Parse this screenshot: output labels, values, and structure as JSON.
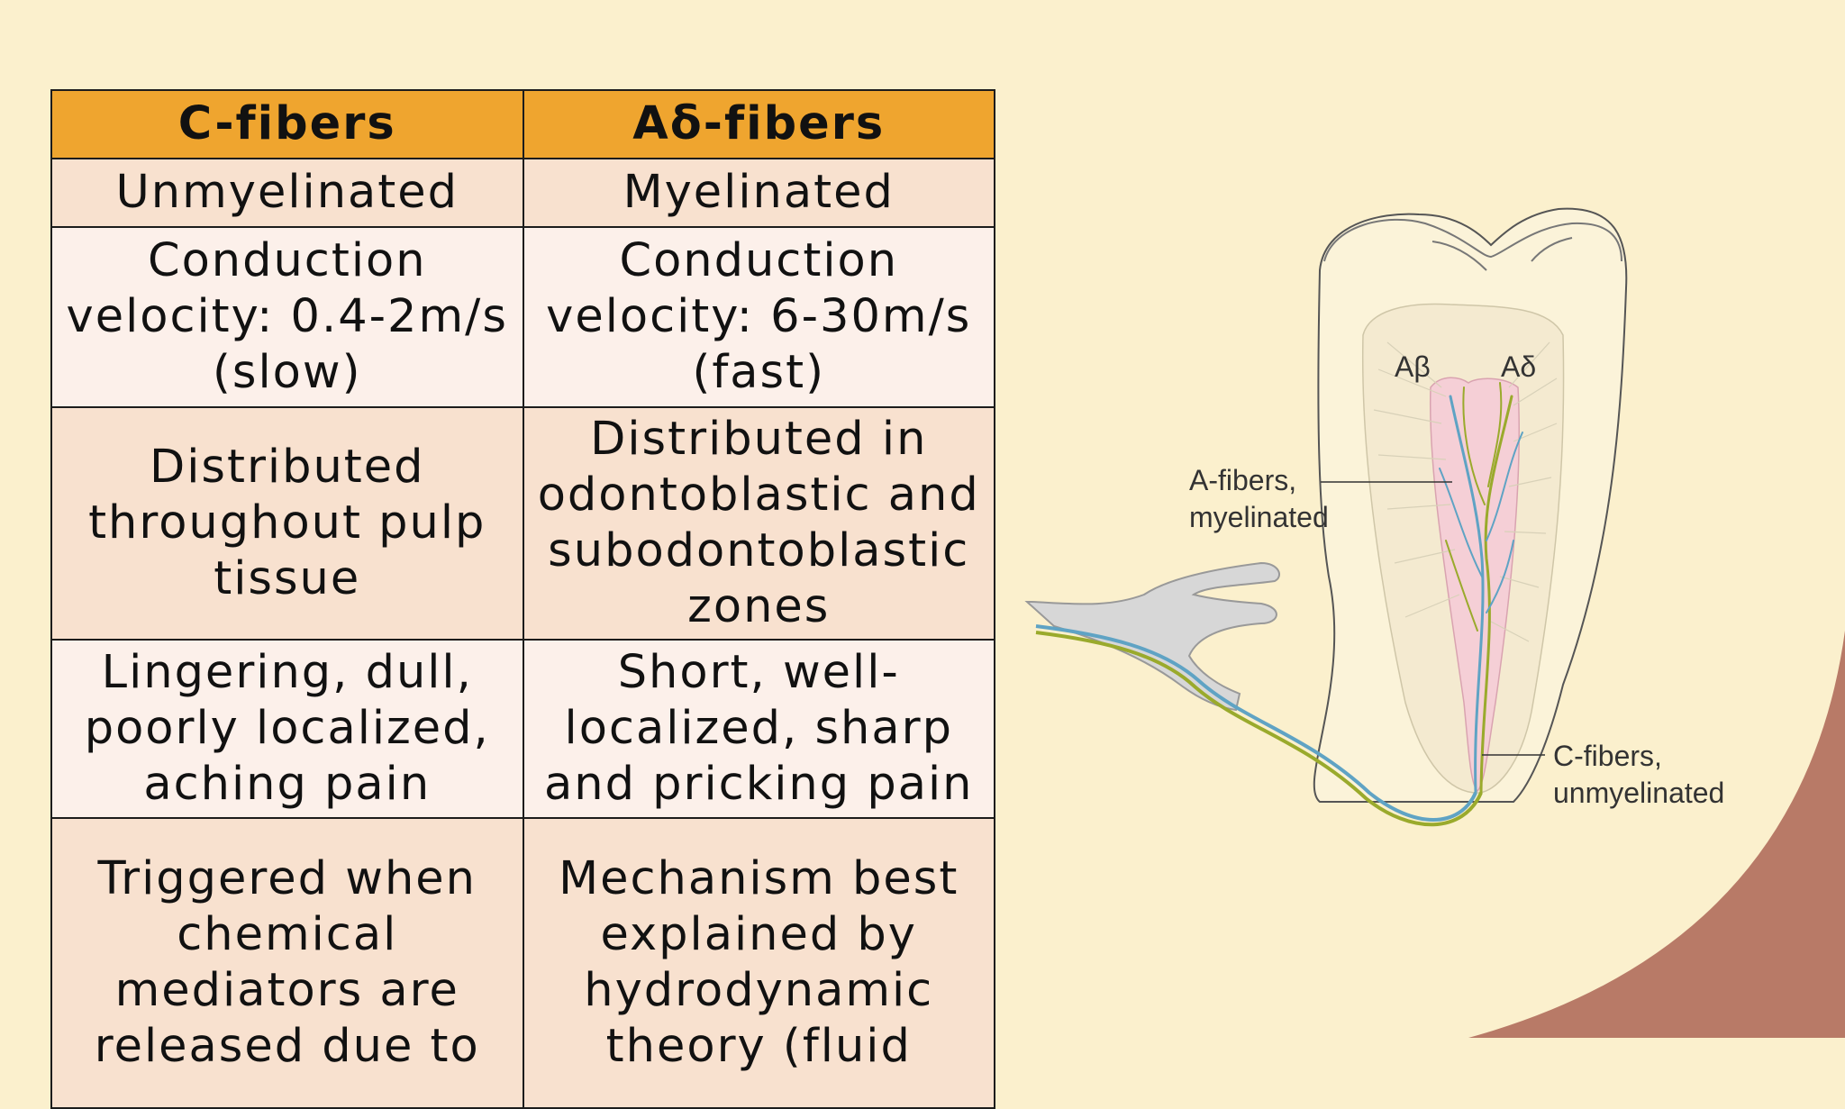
{
  "table": {
    "headers": [
      "C-fibers",
      "Aδ-fibers"
    ],
    "rows": [
      [
        "Unmyelinated",
        "Myelinated"
      ],
      [
        "Conduction velocity: 0.4-2m/s (slow)",
        "Conduction velocity: 6-30m/s (fast)"
      ],
      [
        "Distributed throughout pulp tissue",
        "Distributed in odontoblastic and subodontoblastic zones"
      ],
      [
        "Lingering, dull, poorly localized, aching pain",
        "Short, well-localized, sharp and pricking pain"
      ],
      [
        "Triggered when chemical mediators are released due to",
        "Mechanism best explained by hydrodynamic theory (fluid"
      ]
    ]
  },
  "diagram": {
    "label_abeta": "Aβ",
    "label_adelta": "Aδ",
    "label_afibers_1": "A-fibers,",
    "label_afibers_2": "myelinated",
    "label_cfibers_1": "C-fibers,",
    "label_cfibers_2": "unmyelinated"
  },
  "colors": {
    "background": "#fbf0cd",
    "header": "#efa52f",
    "corner_arc": "#b87a67",
    "a_fiber": "#5fa3c4",
    "c_fiber": "#9aaa2c"
  }
}
